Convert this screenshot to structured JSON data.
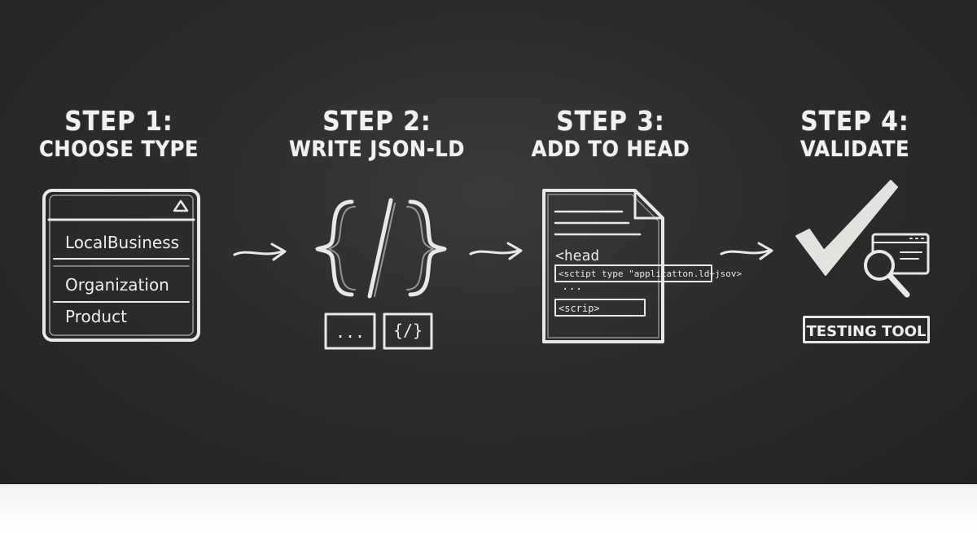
{
  "steps": [
    {
      "label": "STEP 1:",
      "title": "CHOOSE TYPE"
    },
    {
      "label": "STEP 2:",
      "title": "WRITE JSON-LD"
    },
    {
      "label": "STEP 3:",
      "title": "ADD TO HEAD"
    },
    {
      "label": "STEP 4:",
      "title": "VALIDATE"
    }
  ],
  "step1": {
    "items": [
      "LocalBusiness",
      "Organization",
      "Product"
    ]
  },
  "step2": {
    "box1": "...",
    "box2": "{/}"
  },
  "step3": {
    "head": "<head",
    "script_open": "<sctipt type \"applicatton.ld+jsov>",
    "ellipsis": "...",
    "script_close": "<scrip>"
  },
  "step4": {
    "tool": "TESTING TOOL"
  },
  "colors": {
    "board": "#2c2c2c",
    "chalk": "#e8e8e4"
  },
  "icons": [
    "dropdown-arrow-icon",
    "code-braces-icon",
    "document-icon",
    "checkmark-icon",
    "magnifier-icon",
    "browser-window-icon",
    "arrow-right-icon"
  ]
}
